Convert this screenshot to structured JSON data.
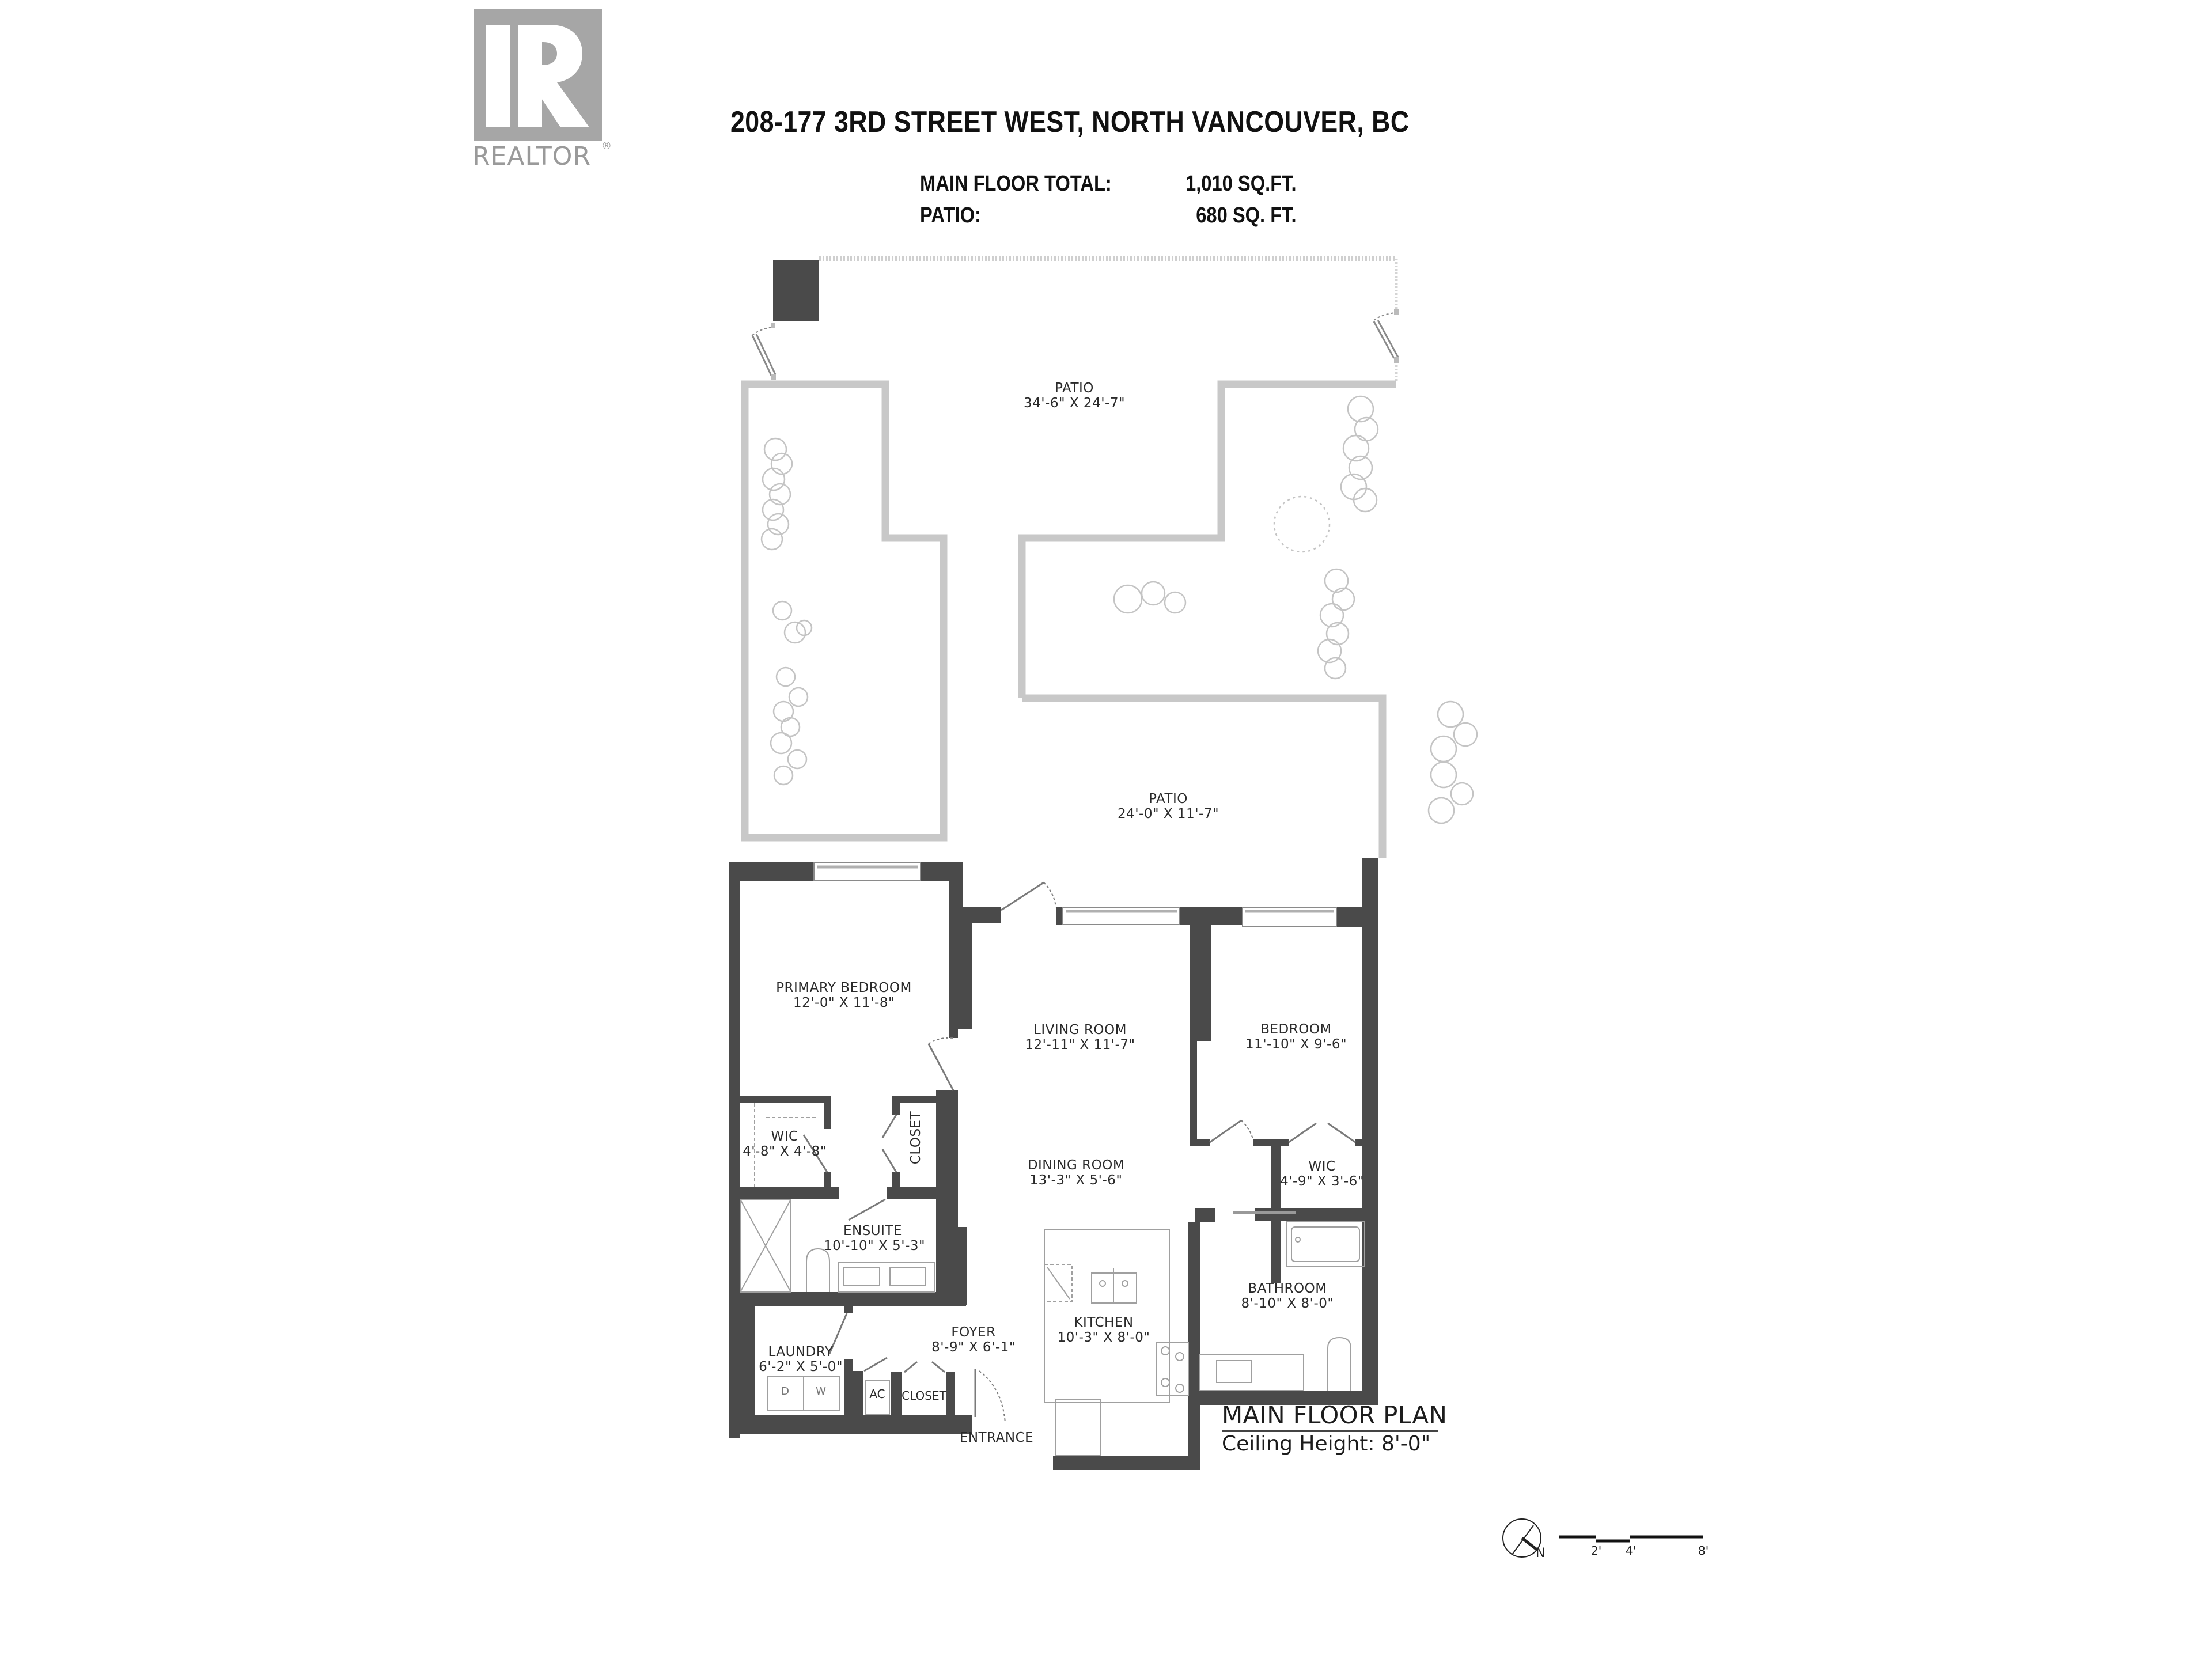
{
  "brand": {
    "logo_letter": "R",
    "logo_word": "REALTOR",
    "logo_mark": "®",
    "logo_bg_color": "#a6a6a6"
  },
  "header": {
    "address": "208-177 3RD STREET WEST, NORTH VANCOUVER, BC",
    "areas": [
      {
        "label": "MAIN FLOOR TOTAL:",
        "value": "1,010 SQ.FT."
      },
      {
        "label": "PATIO:",
        "value": "680 SQ. FT."
      }
    ]
  },
  "rooms": {
    "patio_upper": {
      "name": "PATIO",
      "dims": "34'-6\" X 24'-7\""
    },
    "patio_lower": {
      "name": "PATIO",
      "dims": "24'-0\" X 11'-7\""
    },
    "primary_bedroom": {
      "name": "PRIMARY BEDROOM",
      "dims": "12'-0\" X 11'-8\""
    },
    "living_room": {
      "name": "LIVING ROOM",
      "dims": "12'-11\" X 11'-7\""
    },
    "bedroom": {
      "name": "BEDROOM",
      "dims": "11'-10\" X 9'-6\""
    },
    "wic_primary": {
      "name": "WIC",
      "dims": "4'-8\" X 4'-8\""
    },
    "closet_primary": {
      "name": "CLOSET"
    },
    "dining_room": {
      "name": "DINING ROOM",
      "dims": "13'-3\" X 5'-6\""
    },
    "wic_bedroom": {
      "name": "WIC",
      "dims": "4'-9\" X 3'-6\""
    },
    "ensuite": {
      "name": "ENSUITE",
      "dims": "10'-10\" X 5'-3\""
    },
    "bathroom": {
      "name": "BATHROOM",
      "dims": "8'-10\" X 8'-0\""
    },
    "kitchen": {
      "name": "KITCHEN",
      "dims": "10'-3\" X 8'-0\""
    },
    "foyer": {
      "name": "FOYER",
      "dims": "8'-9\" X 6'-1\""
    },
    "laundry": {
      "name": "LAUNDRY",
      "dims": "6'-2\" X 5'-0\""
    },
    "ac": {
      "name": "AC"
    },
    "closet_foyer": {
      "name": "CLOSET"
    },
    "entrance": {
      "name": "ENTRANCE"
    }
  },
  "appliances": {
    "dryer": "D",
    "washer": "W"
  },
  "plan_info": {
    "title": "MAIN FLOOR PLAN",
    "ceiling": "Ceiling Height: 8'-0\""
  },
  "legend": {
    "north_label": "N",
    "scale_ticks": [
      "2'",
      "4'",
      "8'"
    ]
  },
  "colors": {
    "wall": "#4a4a4a",
    "patio_wall": "#c8c8c8",
    "fixture_line": "#9a9a9a",
    "tree_line": "#bdbdbd"
  }
}
